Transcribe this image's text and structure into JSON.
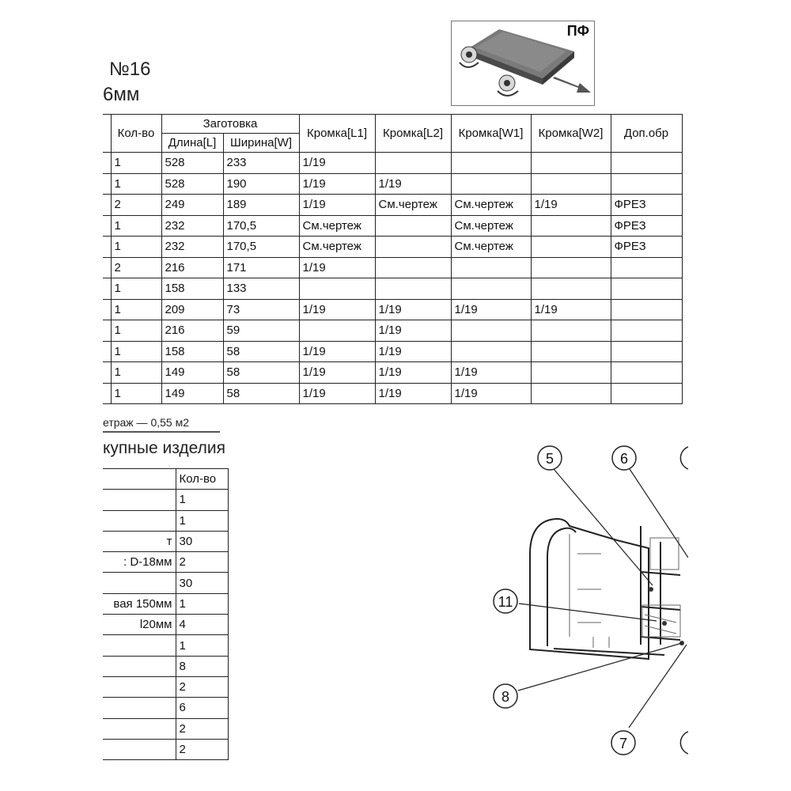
{
  "title": {
    "line1": "№16",
    "line2": "6мм"
  },
  "badge": {
    "label": "ПФ"
  },
  "parts_table": {
    "header": {
      "col0": "",
      "qty": "Кол-во",
      "blank": "Заготовка",
      "length": "Длина[L]",
      "width": "Ширина[W]",
      "edge_l1": "Кромка[L1]",
      "edge_l2": "Кромка[L2]",
      "edge_w1": "Кромка[W1]",
      "edge_w2": "Кромка[W2]",
      "extra": "Доп.обр"
    },
    "rows": [
      {
        "qty": "1",
        "length": "528",
        "width": "233",
        "l1": "1/19",
        "l2": "",
        "w1": "",
        "w2": "",
        "extra": ""
      },
      {
        "qty": "1",
        "length": "528",
        "width": "190",
        "l1": "1/19",
        "l2": "1/19",
        "w1": "",
        "w2": "",
        "extra": ""
      },
      {
        "qty": "2",
        "length": "249",
        "width": "189",
        "l1": "1/19",
        "l2": "См.чертеж",
        "w1": "См.чертеж",
        "w2": "1/19",
        "extra": "ФРЕЗ"
      },
      {
        "qty": "1",
        "length": "232",
        "width": "170,5",
        "l1": "См.чертеж",
        "l2": "",
        "w1": "См.чертеж",
        "w2": "",
        "extra": "ФРЕЗ"
      },
      {
        "qty": "1",
        "length": "232",
        "width": "170,5",
        "l1": "См.чертеж",
        "l2": "",
        "w1": "См.чертеж",
        "w2": "",
        "extra": "ФРЕЗ"
      },
      {
        "qty": "2",
        "length": "216",
        "width": "171",
        "l1": "1/19",
        "l2": "",
        "w1": "",
        "w2": "",
        "extra": ""
      },
      {
        "qty": "1",
        "length": "158",
        "width": "133",
        "l1": "",
        "l2": "",
        "w1": "",
        "w2": "",
        "extra": ""
      },
      {
        "qty": "1",
        "length": "209",
        "width": "73",
        "l1": "1/19",
        "l2": "1/19",
        "w1": "1/19",
        "w2": "1/19",
        "extra": ""
      },
      {
        "qty": "1",
        "length": "216",
        "width": "59",
        "l1": "",
        "l2": "1/19",
        "w1": "",
        "w2": "",
        "extra": ""
      },
      {
        "qty": "1",
        "length": "158",
        "width": "58",
        "l1": "1/19",
        "l2": "1/19",
        "w1": "",
        "w2": "",
        "extra": ""
      },
      {
        "qty": "1",
        "length": "149",
        "width": "58",
        "l1": "1/19",
        "l2": "1/19",
        "w1": "1/19",
        "w2": "",
        "extra": ""
      },
      {
        "qty": "1",
        "length": "149",
        "width": "58",
        "l1": "1/19",
        "l2": "1/19",
        "w1": "1/19",
        "w2": "",
        "extra": ""
      }
    ]
  },
  "meterage": "етраж — 0,55 м2",
  "purchased": {
    "heading": "купные изделия",
    "qty_header": "Кол-во",
    "rows": [
      {
        "name": "",
        "qty": "1"
      },
      {
        "name": "",
        "qty": "1"
      },
      {
        "name": "т",
        "qty": "30"
      },
      {
        "name": ": D-18мм",
        "qty": "2"
      },
      {
        "name": "",
        "qty": "30"
      },
      {
        "name": "вая 150мм",
        "qty": "1"
      },
      {
        "name": "l20мм",
        "qty": "4"
      },
      {
        "name": "",
        "qty": "1"
      },
      {
        "name": "",
        "qty": "8"
      },
      {
        "name": "",
        "qty": "2"
      },
      {
        "name": "",
        "qty": "6"
      },
      {
        "name": "",
        "qty": "2"
      },
      {
        "name": "",
        "qty": "2"
      }
    ]
  },
  "drawing_callouts": {
    "c5": "5",
    "c6": "6",
    "c11": "11",
    "c8": "8",
    "c7": "7"
  }
}
